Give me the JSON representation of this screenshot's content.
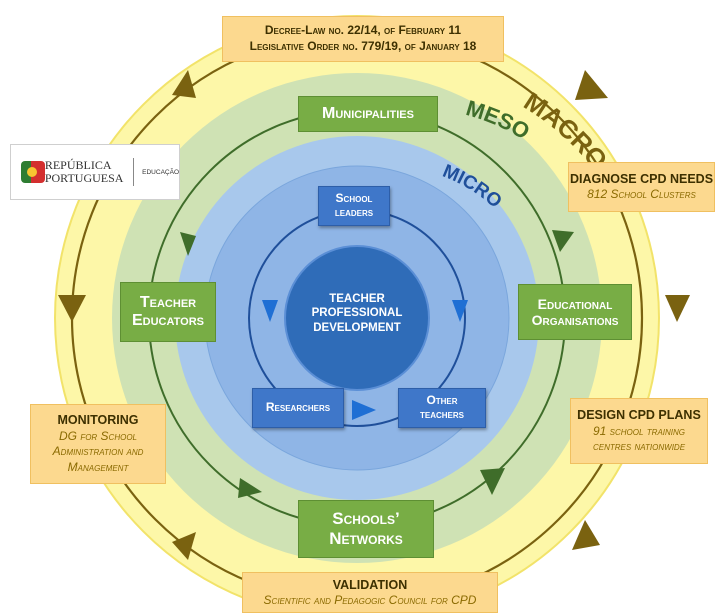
{
  "header": {
    "line1": "Decree-Law no. 22/14, of February 11",
    "line2": "Legislative Order no. 779/19, of January 18"
  },
  "rings": {
    "macro": "MACRO",
    "meso": "MESO",
    "micro": "MICRO"
  },
  "center": {
    "line1": "TEACHER",
    "line2": "PROFESSIONAL",
    "line3": "DEVELOPMENT"
  },
  "micro_actors": {
    "school_leaders_1": "School",
    "school_leaders_2": "leaders",
    "researchers": "Researchers",
    "other_teachers_1": "Other",
    "other_teachers_2": "teachers"
  },
  "meso_actors": {
    "municipalities": "Municipalities",
    "educational_orgs_1": "Educational",
    "educational_orgs_2": "Organisations",
    "schools_networks_1": "Schools’",
    "schools_networks_2": "Networks",
    "teacher_educators_1": "Teacher",
    "teacher_educators_2": "Educators"
  },
  "macro_steps": {
    "diagnose_title": "DIAGNOSE CPD NEEDS",
    "diagnose_sub": "812 School Clusters",
    "design_title": "DESIGN CPD PLANS",
    "design_sub_1": "91 school training",
    "design_sub_2": "centres nationwide",
    "validation_title": "VALIDATION",
    "validation_sub": "Scientific and Pedagogic Council for CPD",
    "monitoring_title": "MONITORING",
    "monitoring_sub_1": "DG for School",
    "monitoring_sub_2": "Administration and",
    "monitoring_sub_3": "Management"
  },
  "logo": {
    "line1": "REPÚBLICA",
    "line2": "PORTUGUESA",
    "unit": "EDUCAÇÃO"
  },
  "colors": {
    "macro_ring": "#fdf7a8",
    "macro_border": "#f2e36a",
    "meso_ring": "#cfe2b4",
    "micro_ring": "#a8c8ec",
    "micro_inner": "#8fb5e6",
    "center": "#2f6cb8",
    "arrow_macro": "#7a6210",
    "arrow_meso": "#3f6d2a",
    "arrow_micro": "#1f6fd4"
  }
}
